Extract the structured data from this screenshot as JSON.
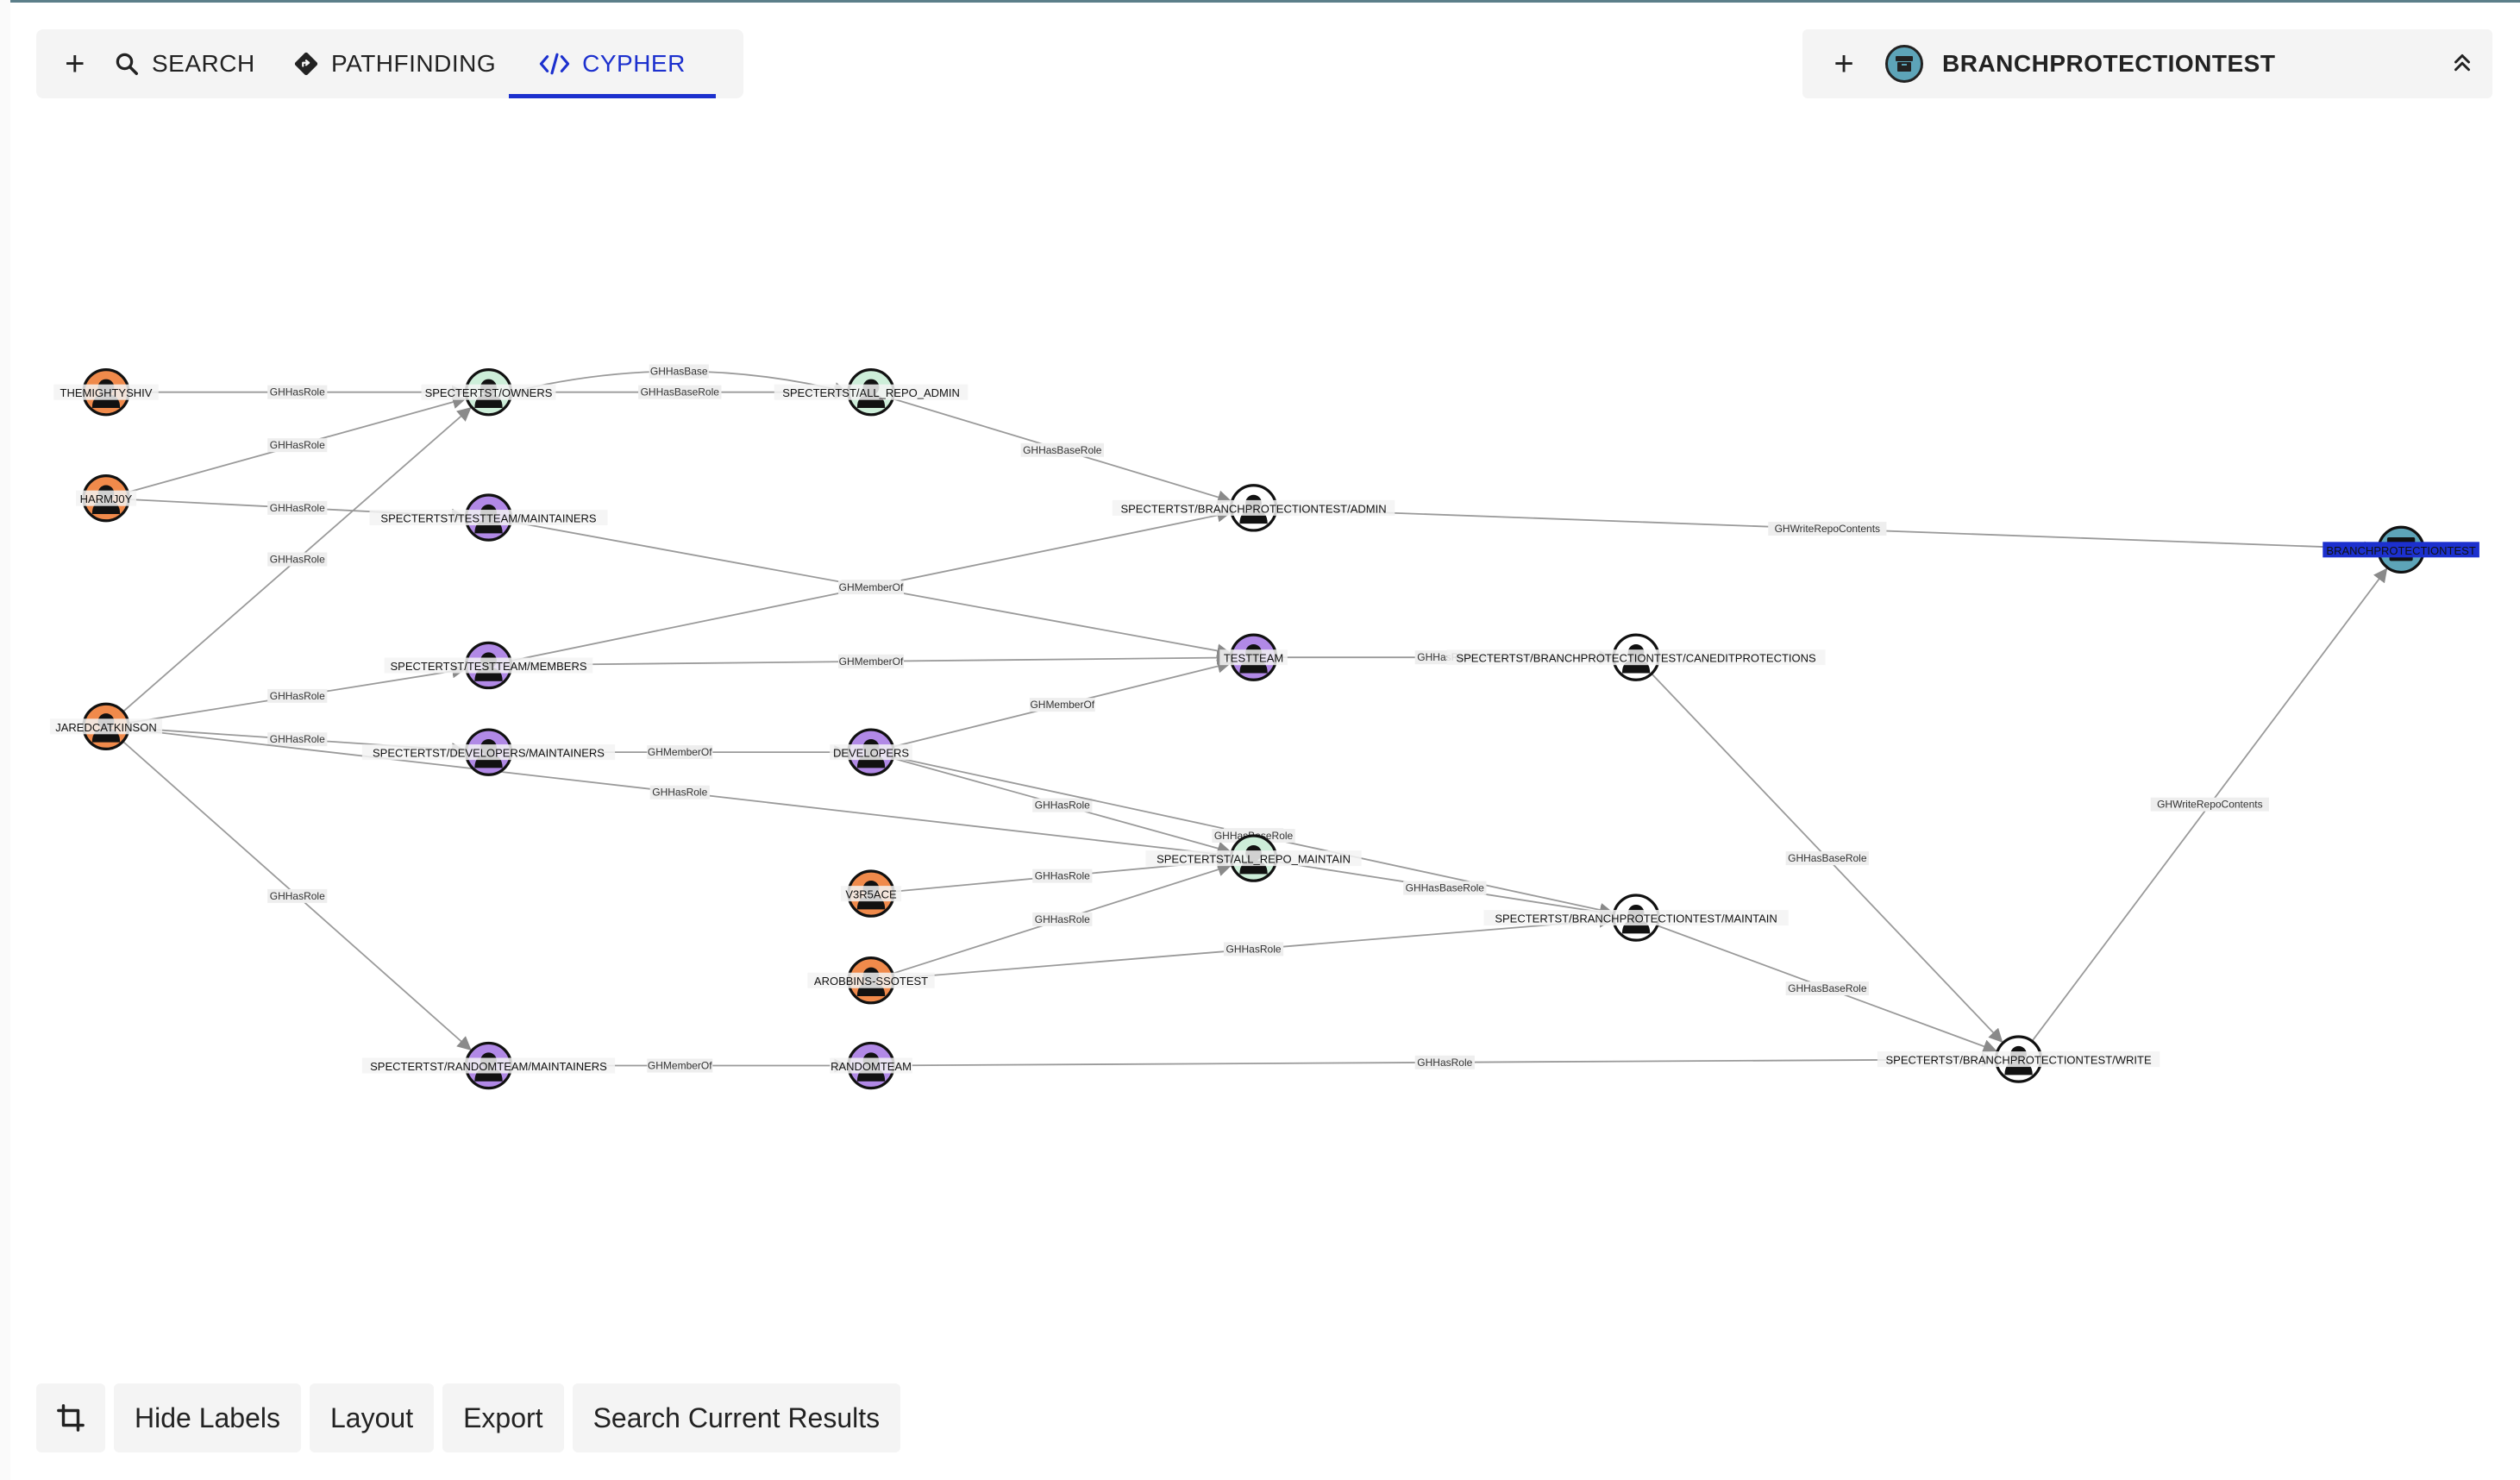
{
  "tabs": {
    "plus": "+",
    "search": "SEARCH",
    "pathfinding": "PATHFINDING",
    "cypher": "CYPHER"
  },
  "panel": {
    "plus": "+",
    "title": "BRANCHPROTECTIONTEST",
    "icon": "repository-icon"
  },
  "toolbar": {
    "crop": "crop-icon",
    "hide_labels": "Hide Labels",
    "layout": "Layout",
    "export": "Export",
    "search_results": "Search Current Results"
  },
  "colors": {
    "user": "#f08a4b",
    "team": "#b189e6",
    "role": "#cdeed9",
    "repo_role": "#ffffff",
    "repository": "#5da4b8",
    "selected": "#1c30ce",
    "accent": "#1c30ce"
  },
  "graph": {
    "nodes": [
      {
        "id": "themightyshiv",
        "label": "THEMIGHTYSHIV",
        "kind": "user"
      },
      {
        "id": "harmj0y",
        "label": "HARMJ0Y",
        "kind": "user"
      },
      {
        "id": "jaredcatkinson",
        "label": "JAREDCATKINSON",
        "kind": "user"
      },
      {
        "id": "v3r5ace",
        "label": "V3R5ACE",
        "kind": "user"
      },
      {
        "id": "arobbins",
        "label": "AROBBINS-SSOTEST",
        "kind": "user"
      },
      {
        "id": "owners",
        "label": "SPECTERTST/OWNERS",
        "kind": "role"
      },
      {
        "id": "tt_maint",
        "label": "SPECTERTST/TESTTEAM/MAINTAINERS",
        "kind": "team"
      },
      {
        "id": "tt_members",
        "label": "SPECTERTST/TESTTEAM/MEMBERS",
        "kind": "team"
      },
      {
        "id": "dev_maint",
        "label": "SPECTERTST/DEVELOPERS/MAINTAINERS",
        "kind": "team"
      },
      {
        "id": "rt_maint",
        "label": "SPECTERTST/RANDOMTEAM/MAINTAINERS",
        "kind": "team"
      },
      {
        "id": "all_admin",
        "label": "SPECTERTST/ALL_REPO_ADMIN",
        "kind": "role"
      },
      {
        "id": "developers",
        "label": "DEVELOPERS",
        "kind": "team"
      },
      {
        "id": "randomteam",
        "label": "RANDOMTEAM",
        "kind": "team"
      },
      {
        "id": "bpt_admin",
        "label": "SPECTERTST/BRANCHPROTECTIONTEST/ADMIN",
        "kind": "repo_role"
      },
      {
        "id": "testteam",
        "label": "TESTTEAM",
        "kind": "team"
      },
      {
        "id": "all_maintain",
        "label": "SPECTERTST/ALL_REPO_MAINTAIN",
        "kind": "role"
      },
      {
        "id": "bpt_caned",
        "label": "SPECTERTST/BRANCHPROTECTIONTEST/CANEDITPROTECTIONS",
        "kind": "repo_role"
      },
      {
        "id": "bpt_maintain",
        "label": "SPECTERTST/BRANCHPROTECTIONTEST/MAINTAIN",
        "kind": "repo_role"
      },
      {
        "id": "bpt_write",
        "label": "SPECTERTST/BRANCHPROTECTIONTEST/WRITE",
        "kind": "repo_role"
      },
      {
        "id": "repo",
        "label": "BRANCHPROTECTIONTEST",
        "kind": "repository",
        "selected": true
      }
    ],
    "edges": [
      {
        "from": "themightyshiv",
        "to": "owners",
        "label": "GHHasRole"
      },
      {
        "from": "harmj0y",
        "to": "owners",
        "label": "GHHasRole"
      },
      {
        "from": "harmj0y",
        "to": "tt_maint",
        "label": "GHHasRole"
      },
      {
        "from": "jaredcatkinson",
        "to": "owners",
        "label": "GHHasRole"
      },
      {
        "from": "jaredcatkinson",
        "to": "tt_members",
        "label": "GHHasRole"
      },
      {
        "from": "jaredcatkinson",
        "to": "dev_maint",
        "label": "GHHasRole"
      },
      {
        "from": "jaredcatkinson",
        "to": "all_maintain",
        "label": "GHHasRole"
      },
      {
        "from": "jaredcatkinson",
        "to": "rt_maint",
        "label": "GHHasRole"
      },
      {
        "from": "owners",
        "to": "all_admin",
        "label": "GHHasBaseRole"
      },
      {
        "from": "owners",
        "to": "all_admin",
        "label": "GHHasBase"
      },
      {
        "from": "all_admin",
        "to": "bpt_admin",
        "label": "GHHasBaseRole"
      },
      {
        "from": "tt_members",
        "to": "bpt_admin",
        "label": "GHHasRole"
      },
      {
        "from": "tt_maint",
        "to": "testteam",
        "label": "GHMemberOf"
      },
      {
        "from": "tt_members",
        "to": "testteam",
        "label": "GHMemberOf"
      },
      {
        "from": "dev_maint",
        "to": "developers",
        "label": "GHMemberOf"
      },
      {
        "from": "developers",
        "to": "testteam",
        "label": "GHMemberOf"
      },
      {
        "from": "developers",
        "to": "all_maintain",
        "label": "GHHasRole"
      },
      {
        "from": "developers",
        "to": "bpt_maintain",
        "label": "GHHasRole"
      },
      {
        "from": "rt_maint",
        "to": "randomteam",
        "label": "GHMemberOf"
      },
      {
        "from": "randomteam",
        "to": "bpt_write",
        "label": "GHHasRole"
      },
      {
        "from": "v3r5ace",
        "to": "all_maintain",
        "label": "GHHasRole"
      },
      {
        "from": "arobbins",
        "to": "all_maintain",
        "label": "GHHasRole"
      },
      {
        "from": "arobbins",
        "to": "bpt_maintain",
        "label": "GHHasRole"
      },
      {
        "from": "all_maintain",
        "to": "bpt_maintain",
        "label": "GHHasBaseRole"
      },
      {
        "from": "all_maintain",
        "to": "all_maintain",
        "label": "GHHasBaseRole"
      },
      {
        "from": "testteam",
        "to": "bpt_caned",
        "label": "GHHasRole"
      },
      {
        "from": "bpt_caned",
        "to": "bpt_write",
        "label": "GHHasBaseRole"
      },
      {
        "from": "bpt_maintain",
        "to": "bpt_write",
        "label": "GHHasBaseRole"
      },
      {
        "from": "bpt_admin",
        "to": "repo",
        "label": "GHWriteRepoContents"
      },
      {
        "from": "bpt_write",
        "to": "repo",
        "label": "GHWriteRepoContents"
      }
    ]
  }
}
